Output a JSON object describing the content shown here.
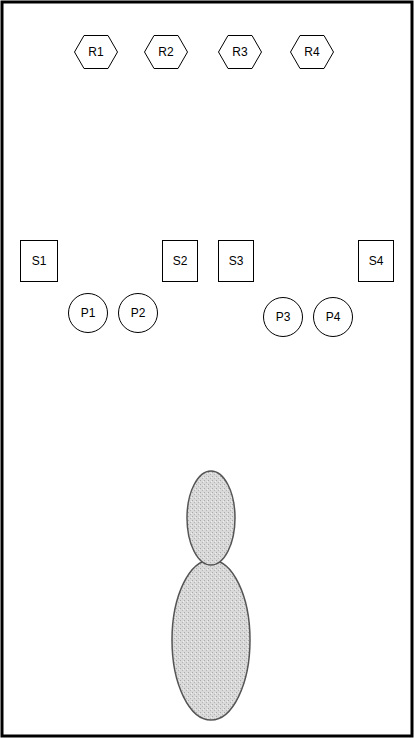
{
  "diagram": {
    "nodes": [
      {
        "text": [
          "R1"
        ]
      },
      {
        "text": [
          "R2"
        ]
      },
      {
        "text": [
          "R3"
        ]
      },
      {
        "text": [
          "R4"
        ]
      },
      {
        "text": [
          "S1"
        ]
      },
      {
        "text": [
          "S2"
        ]
      },
      {
        "text": [
          "S3"
        ]
      },
      {
        "text": [
          "S4"
        ]
      },
      {
        "text": [
          "P1"
        ]
      },
      {
        "text": [
          "P2"
        ]
      },
      {
        "text": [
          "P3"
        ]
      },
      {
        "text": [
          "P4"
        ]
      }
    ]
  }
}
